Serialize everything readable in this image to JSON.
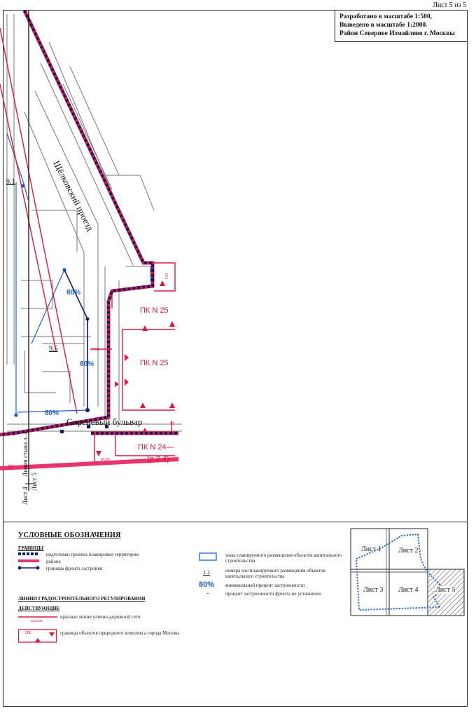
{
  "sheet_label": "Лист 5 из 5",
  "title_block": {
    "line1": "Разработано в масштабе 1:500,",
    "line2": "Выведено в масштабе 1:2000.",
    "line3": "Район Северное Измайлово г. Москвы"
  },
  "map": {
    "street_vertical": "Щёлковский проезд",
    "street_horizontal": "Сиреневый бульвар",
    "pk_labels": [
      "ПК N 25",
      "ПК N 25",
      "ПК N 24—",
      "(р.2.4)"
    ],
    "zone_numbers": [
      "9.1",
      "9.5"
    ],
    "percents": [
      "80%",
      "80%",
      "80%"
    ],
    "side_labels": [
      "Линия стыка л. 4",
      "Лист 4",
      "Лист 5"
    ],
    "small_values": [
      "17.00",
      "10.50",
      "(р",
      "8",
      "СП"
    ]
  },
  "legend": {
    "title": "УСЛОВНЫЕ ОБОЗНАЧЕНИЯ",
    "borders_heading": "ГРАНИЦЫ",
    "items_left": [
      "подготовки проекта планировки территории",
      "района",
      "границы фронта застройки"
    ],
    "regulation_heading": "ЛИНИИ ГРАДОСТРОИТЕЛЬНОГО РЕГУЛИРОВАНИЯ",
    "existing_heading": "ДЕЙСТВУЮЩИЕ",
    "red_lines": "красные линии улично-дорожной сети",
    "red_small": "красная",
    "pk_box": "ПК",
    "natural_borders": "границы объектов природного комплекса города Москвы",
    "items_right": [
      "зоны планируемого размещения объектов капитального строительства",
      "номера зон планируемого размещения объектов капитального строительства",
      "минимальный процент застроенности",
      "процент застроенности фронта не установлен"
    ],
    "zone_num_sample": "1.1",
    "percent_sample": "80%",
    "dash_sample": "-"
  },
  "key_map": [
    "Лист 1",
    "Лист 2",
    "Лист 3",
    "Лист 4",
    "Лист 5"
  ],
  "colors": {
    "red": "#e0183c",
    "navy": "#0b1f6e",
    "blue": "#1f5fd0",
    "pink": "#e8336d"
  }
}
